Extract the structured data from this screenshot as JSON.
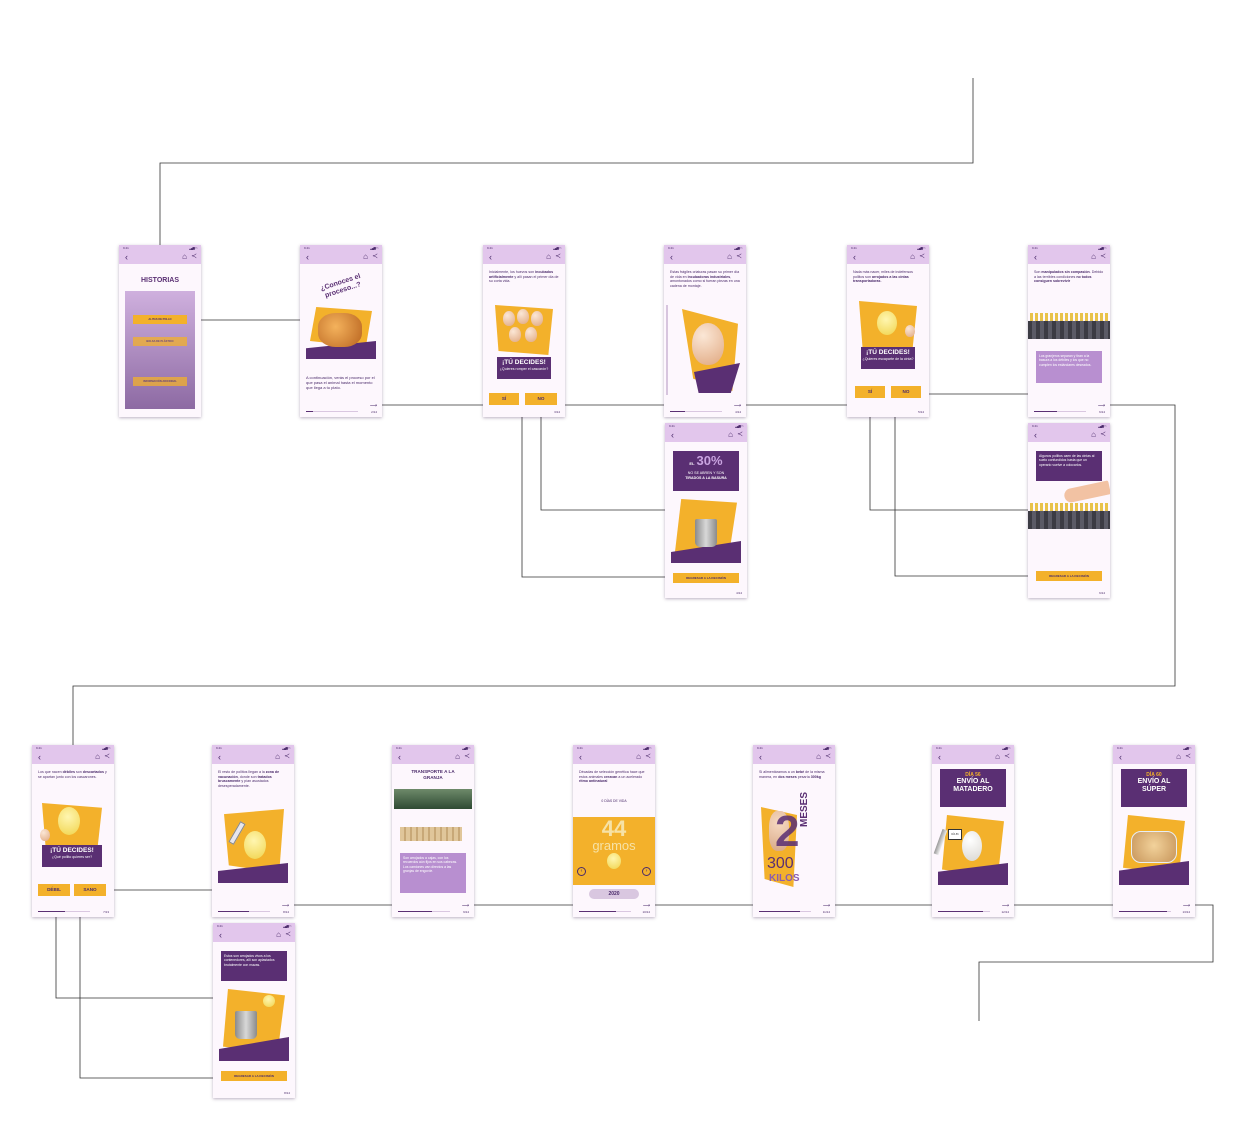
{
  "status": {
    "time": "9:41",
    "signal": "▂▄▆ ▭"
  },
  "screens": {
    "home": {
      "title": "HISTORIAS",
      "btn1": "ALITAS DE POLLO",
      "btn2": "BOLSA DE PLÁSTICO",
      "btn3": "INFORMACIÓN ADICIONAL"
    },
    "intro": {
      "headline": "¿Conoces el proceso...?",
      "text": "A continuación, verás el proceso por el que pasa el animal hasta el momento que llega a tu plato.",
      "page": "2/14"
    },
    "incubate": {
      "text_a": "Inicialmente, los huevos son ",
      "text_b": "incubados artificialmente",
      "text_c": " y allí pasan el primer día de su corta vida.",
      "decides": "¡TÚ DECIDES!",
      "question": "¿Quieres romper el cascarón?",
      "yes": "SÍ",
      "no": "NO",
      "page": "3/14"
    },
    "hatch": {
      "text_a": "Estas frágiles criaturas pasan su primer día de vida en ",
      "text_b": "incubadoras industriales",
      "text_c": ", amontonados como si fueran piezas en una cadena de montaje.",
      "page": "4/14"
    },
    "trash30": {
      "prefix": "EL",
      "percent": "30%",
      "line1": "NO SE ABREN Y SON",
      "line2": "TIRADOS A LA BASURA",
      "back": "REGRESAR A LA DECISIÓN",
      "page": "4/14"
    },
    "belt": {
      "text_a": "Nada más nacer, miles de indefensos pollitos son ",
      "text_b": "arrojados a las cintas transportadoras",
      "text_c": ".",
      "decides": "¡TÚ DECIDES!",
      "question": "¿Quieres escaparte de la cinta?",
      "yes": "SÍ",
      "no": "NO",
      "page": "5/14"
    },
    "manip": {
      "text_a": "Son ",
      "text_b": "manipulados sin compasión",
      "text_c": ". Debido a las terribles condiciones ",
      "text_d": "no todos consiguen sobrevivir",
      "callout": "Los granjeros separan y tiran a la basura a los débiles y los que no cumplen los estándares deseados.",
      "page": "6/14"
    },
    "fall": {
      "callout": "Algunos pollitos caen de las cintas al suelo confundidos hasta que un operario vuelve a colocarlos.",
      "back": "REGRESAR A LA DECISIÓN",
      "page": "6/14"
    },
    "weak": {
      "text_a": "Los que nacen ",
      "text_b": "débiles",
      "text_c": " son ",
      "text_d": "descartados",
      "text_e": " y se apartan junto con los cascarones.",
      "decides": "¡TÚ DECIDES!",
      "question": "¿Qué pollito quieres ser?",
      "weak_btn": "DÉBIL",
      "healthy_btn": "SANO",
      "page": "7/13"
    },
    "vaccine": {
      "text_a": "El resto de pollitos llegan a la ",
      "text_b": "zona de vacunación",
      "text_c": ", donde son ",
      "text_d": "tratados bruscamente",
      "text_e": " y pían asustados desesperadamente.",
      "page": "8/14"
    },
    "discard": {
      "callout": "Estos son arrojados vivos a los contenedores, allí son aplastados brutalmente con mazas.",
      "back": "REGRESAR A LA DECISIÓN",
      "page": "8/14"
    },
    "farm": {
      "title": "TRANSPORTE A LA GRANJA",
      "callout": "Son arrojados a cajas, con los recuerdos aún fijos en sus cabezas. Los camiones van directos a las granjas de engorde.",
      "page": "9/14"
    },
    "growth": {
      "text_a": "Décadas de selección genética hace que estos animales ",
      "text_b": "crezcan",
      "text_c": " a un acelerado ",
      "text_d": "ritmo antinatural",
      "days": "0 DÍAS DE VIDA",
      "big_num": "44",
      "unit": "gramos",
      "year": "2020",
      "page": "10/14"
    },
    "baby": {
      "text_a": "Si alimentáramos a un ",
      "text_b": "bebé",
      "text_c": " de la misma manera, en ",
      "text_d": "dos meses",
      "text_e": " pesaría ",
      "text_f": "300kg",
      "two": "2",
      "meses": "MESES",
      "num": "300",
      "kilos": "KILOS",
      "page": "11/14"
    },
    "slaughter": {
      "day": "DÍA 56",
      "dest1": "ENVÍO AL",
      "dest2": "MATADERO",
      "sign": "DÍA 56",
      "page": "12/14"
    },
    "super": {
      "day": "DÍA 60",
      "dest1": "ENVÍO AL",
      "dest2": "SÚPER",
      "page": "13/14"
    }
  }
}
